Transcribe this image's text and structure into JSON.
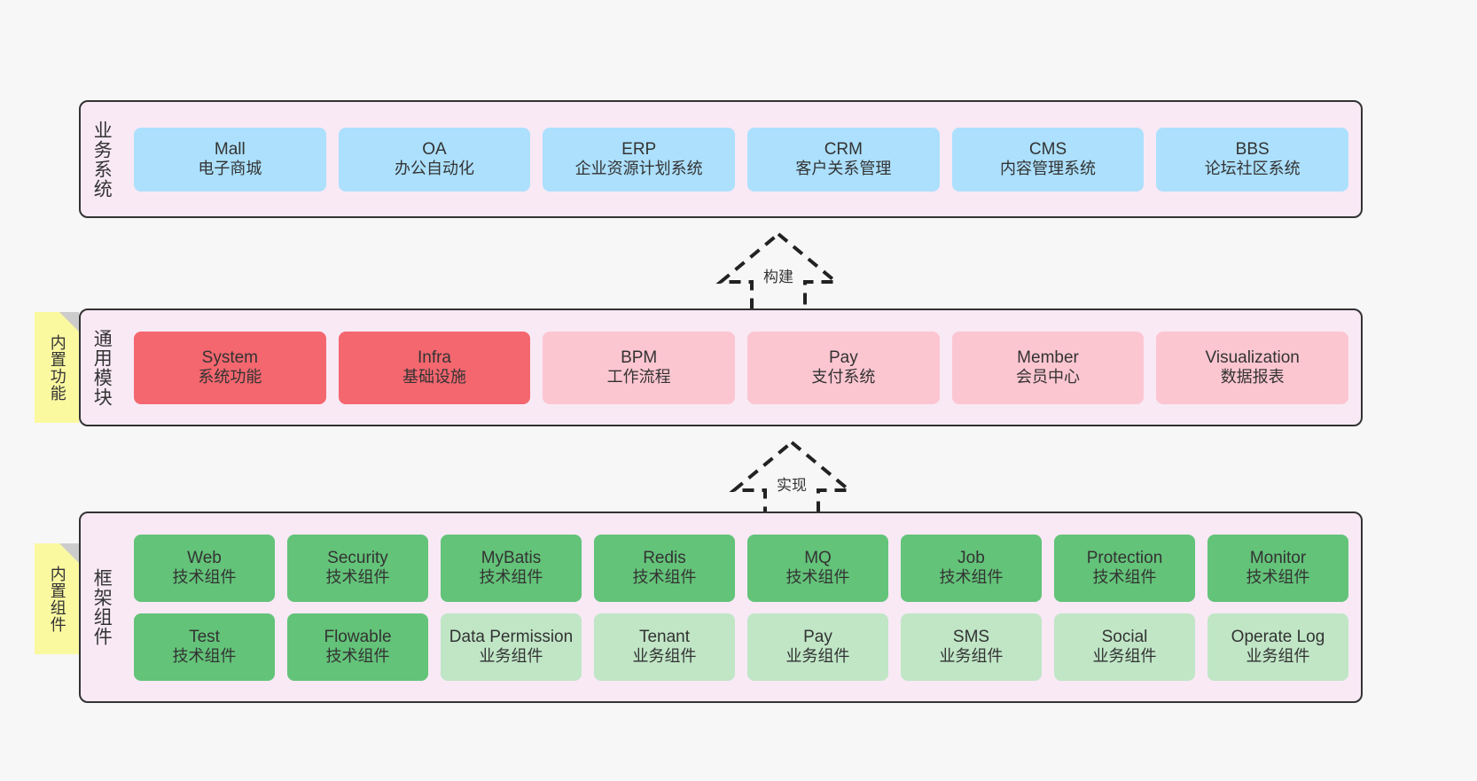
{
  "diagram": {
    "background": "#f7f7f7",
    "palette": {
      "panel_bg": "#f8e9f5",
      "panel_border": "#333333",
      "blue": "#ace0fd",
      "red": "#f4676f",
      "pink": "#fcc6d1",
      "green": "#63c379",
      "green_light": "#c0e6c6",
      "sticky_yellow": "#fbf9a0",
      "sticky_fold": "#cccccc"
    }
  },
  "layers": {
    "business": {
      "title": "业务系统",
      "cards": [
        {
          "en": "Mall",
          "cn": "电子商城"
        },
        {
          "en": "OA",
          "cn": "办公自动化"
        },
        {
          "en": "ERP",
          "cn": "企业资源计划系统"
        },
        {
          "en": "CRM",
          "cn": "客户关系管理"
        },
        {
          "en": "CMS",
          "cn": "内容管理系统"
        },
        {
          "en": "BBS",
          "cn": "论坛社区系统"
        }
      ]
    },
    "modules": {
      "title": "通用模块",
      "sticky": "内置功能",
      "cards": [
        {
          "en": "System",
          "cn": "系统功能",
          "color": "red"
        },
        {
          "en": "Infra",
          "cn": "基础设施",
          "color": "red"
        },
        {
          "en": "BPM",
          "cn": "工作流程",
          "color": "pink"
        },
        {
          "en": "Pay",
          "cn": "支付系统",
          "color": "pink"
        },
        {
          "en": "Member",
          "cn": "会员中心",
          "color": "pink"
        },
        {
          "en": "Visualization",
          "cn": "数据报表",
          "color": "pink"
        }
      ]
    },
    "framework": {
      "title": "框架组件",
      "sticky": "内置组件",
      "row1": [
        {
          "en": "Web",
          "cn": "技术组件",
          "color": "green"
        },
        {
          "en": "Security",
          "cn": "技术组件",
          "color": "green"
        },
        {
          "en": "MyBatis",
          "cn": "技术组件",
          "color": "green"
        },
        {
          "en": "Redis",
          "cn": "技术组件",
          "color": "green"
        },
        {
          "en": "MQ",
          "cn": "技术组件",
          "color": "green"
        },
        {
          "en": "Job",
          "cn": "技术组件",
          "color": "green"
        },
        {
          "en": "Protection",
          "cn": "技术组件",
          "color": "green"
        },
        {
          "en": "Monitor",
          "cn": "技术组件",
          "color": "green"
        }
      ],
      "row2": [
        {
          "en": "Test",
          "cn": "技术组件",
          "color": "green"
        },
        {
          "en": "Flowable",
          "cn": "技术组件",
          "color": "green"
        },
        {
          "en": "Data Permission",
          "cn": "业务组件",
          "color": "green-light"
        },
        {
          "en": "Tenant",
          "cn": "业务组件",
          "color": "green-light"
        },
        {
          "en": "Pay",
          "cn": "业务组件",
          "color": "green-light"
        },
        {
          "en": "SMS",
          "cn": "业务组件",
          "color": "green-light"
        },
        {
          "en": "Social",
          "cn": "业务组件",
          "color": "green-light"
        },
        {
          "en": "Operate Log",
          "cn": "业务组件",
          "color": "green-light"
        }
      ]
    }
  },
  "connectors": {
    "build": {
      "label": "构建"
    },
    "implement": {
      "label": "实现"
    }
  }
}
